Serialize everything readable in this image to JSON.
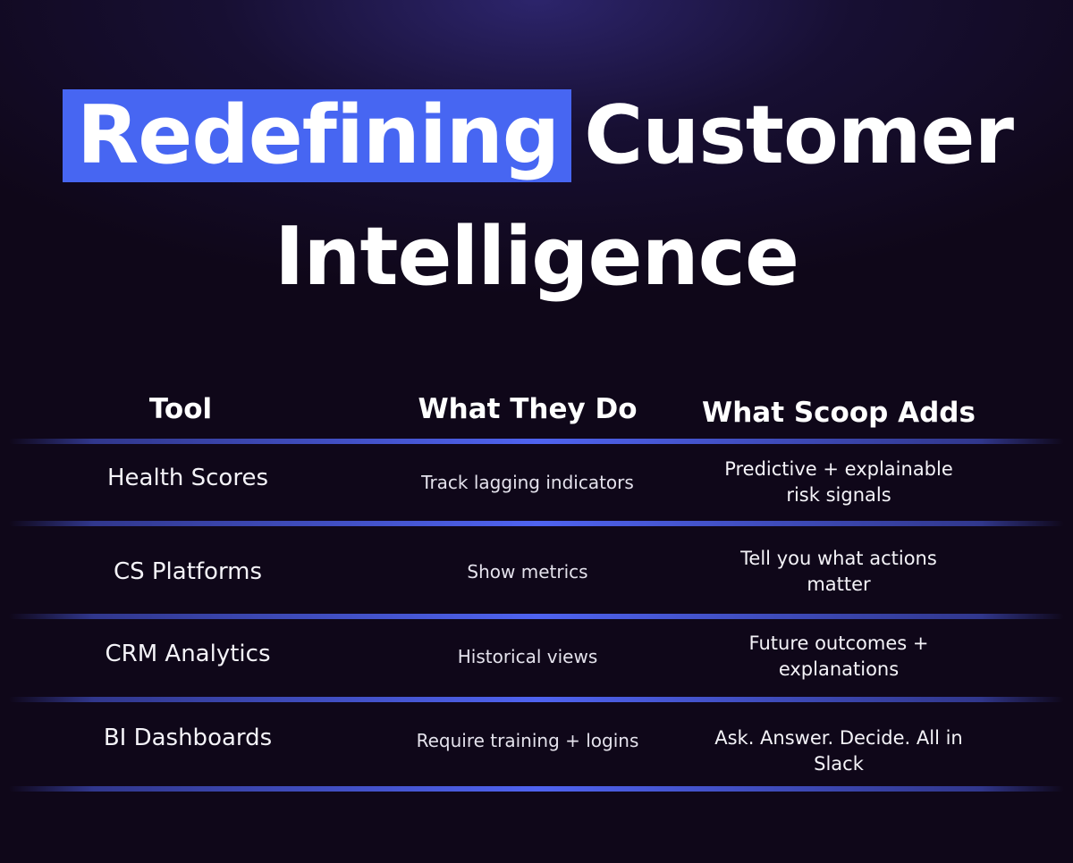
{
  "title": {
    "highlight": "Redefining",
    "line1_rest": "Customer",
    "line2": "Intelligence"
  },
  "colors": {
    "background": "#0f0719",
    "highlight": "#4766f2",
    "divider": "#4f63f0",
    "text": "#ffffff"
  },
  "table": {
    "headers": [
      "Tool",
      "What They Do",
      "What Scoop Adds"
    ],
    "rows": [
      {
        "tool": "Health Scores",
        "what_they_do": "Track lagging indicators",
        "what_scoop_adds": [
          "Predictive + explainable",
          "risk signals"
        ]
      },
      {
        "tool": "CS Platforms",
        "what_they_do": "Show metrics",
        "what_scoop_adds": [
          "Tell you what actions",
          "matter"
        ]
      },
      {
        "tool": "CRM Analytics",
        "what_they_do": "Historical views",
        "what_scoop_adds": [
          "Future outcomes +",
          "explanations"
        ]
      },
      {
        "tool": "BI Dashboards",
        "what_they_do": "Require training + logins",
        "what_scoop_adds": [
          "Ask. Answer. Decide. All in",
          "Slack"
        ]
      }
    ]
  }
}
